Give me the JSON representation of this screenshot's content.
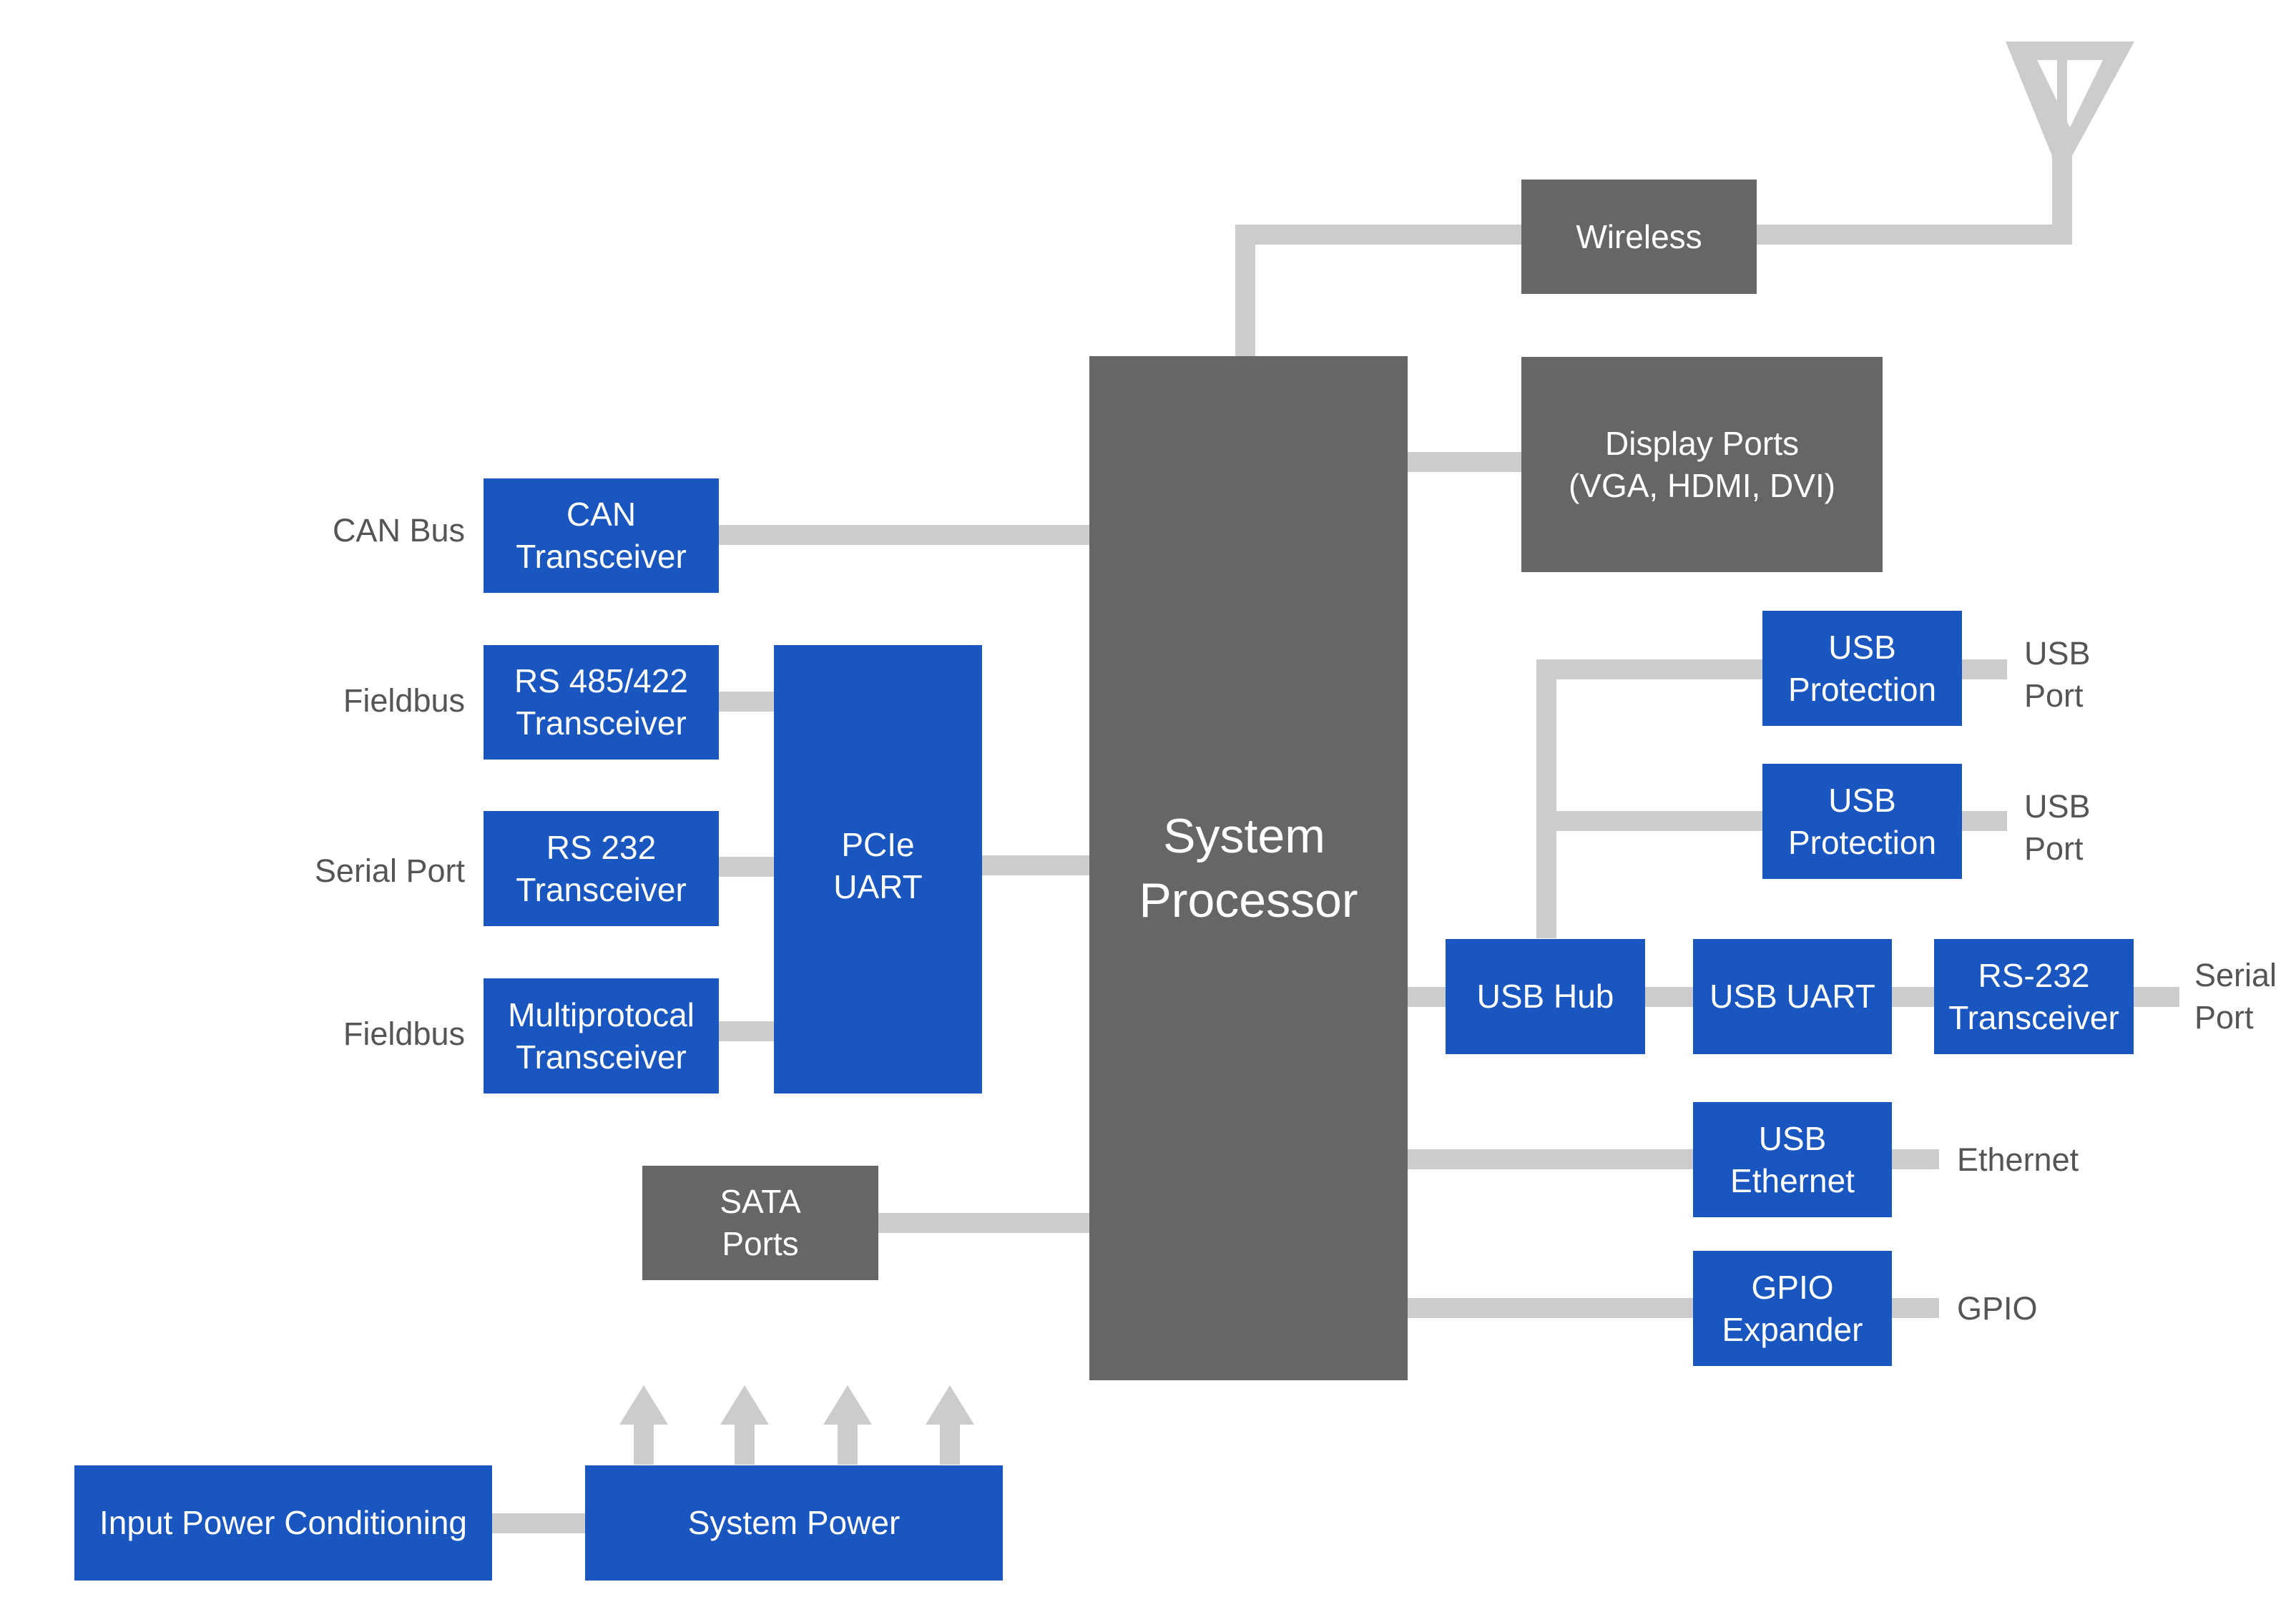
{
  "colors": {
    "blue_box": "#1a56c0",
    "gray_box": "#666666",
    "connector": "#cccccc",
    "label_text": "#555555"
  },
  "icons": {
    "antenna": "antenna-icon",
    "power_arrows": "up-arrow-icon"
  },
  "processor": {
    "line1": "System",
    "line2": "Processor"
  },
  "wireless": {
    "label": "Wireless"
  },
  "display": {
    "line1": "Display Ports",
    "line2": "(VGA, HDMI, DVI)"
  },
  "can": {
    "line1": "CAN",
    "line2": "Transceiver",
    "ext": "CAN Bus"
  },
  "rs485": {
    "line1": "RS 485/422",
    "line2": "Transceiver",
    "ext": "Fieldbus"
  },
  "rs232": {
    "line1": "RS 232",
    "line2": "Transceiver",
    "ext": "Serial Port"
  },
  "multi": {
    "line1": "Multiprotocal",
    "line2": "Transceiver",
    "ext": "Fieldbus"
  },
  "pcie": {
    "line1": "PCIe",
    "line2": "UART"
  },
  "sata": {
    "line1": "SATA",
    "line2": "Ports"
  },
  "usb_prot_1": {
    "line1": "USB",
    "line2": "Protection",
    "ext1": "USB",
    "ext2": "Port"
  },
  "usb_prot_2": {
    "line1": "USB",
    "line2": "Protection",
    "ext1": "USB",
    "ext2": "Port"
  },
  "usb_hub": {
    "label": "USB Hub"
  },
  "usb_uart": {
    "label": "USB UART"
  },
  "rs232_right": {
    "line1": "RS-232",
    "line2": "Transceiver",
    "ext1": "Serial",
    "ext2": "Port"
  },
  "usb_eth": {
    "line1": "USB",
    "line2": "Ethernet",
    "ext": "Ethernet"
  },
  "gpio": {
    "line1": "GPIO",
    "line2": "Expander",
    "ext": "GPIO"
  },
  "input_power": {
    "label": "Input Power Conditioning"
  },
  "system_power": {
    "label": "System Power"
  }
}
